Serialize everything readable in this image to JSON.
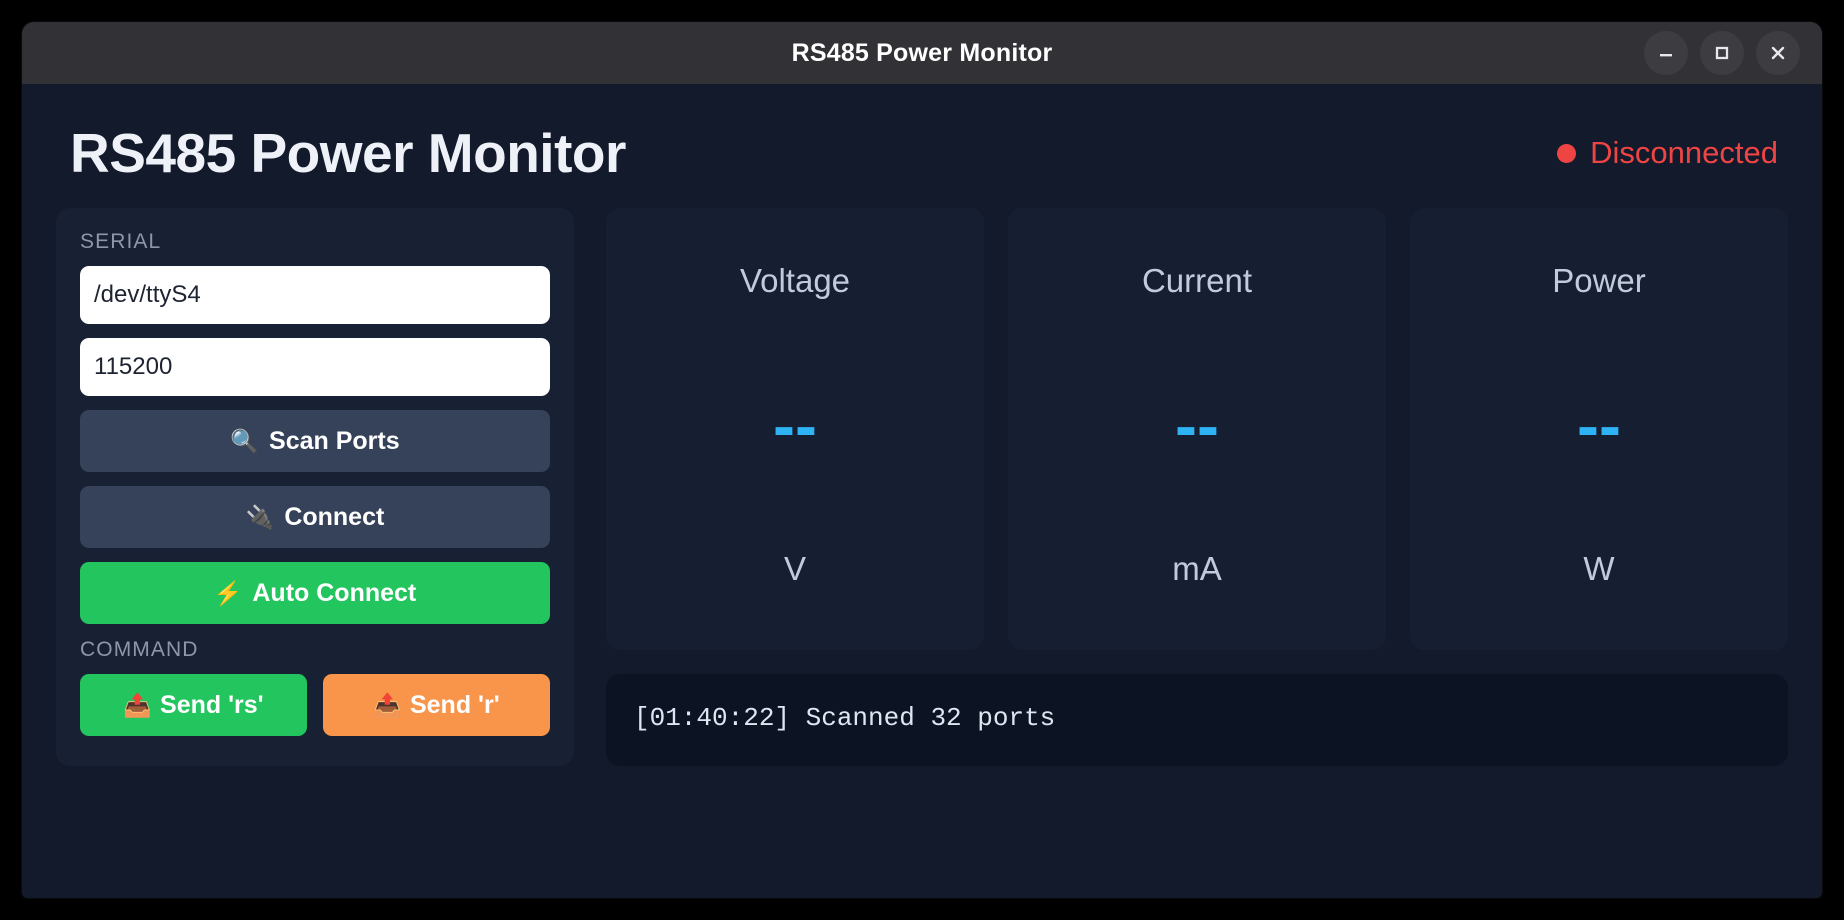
{
  "titlebar": {
    "title": "RS485 Power Monitor",
    "controls": [
      {
        "name": "minimize",
        "icon": "minimize-icon"
      },
      {
        "name": "maximize",
        "icon": "maximize-icon"
      },
      {
        "name": "close",
        "icon": "close-icon"
      }
    ]
  },
  "header": {
    "app_title": "RS485 Power Monitor",
    "status_text": "Disconnected",
    "status_color": "#ef4444",
    "status_dot": "status-dot-icon"
  },
  "sidebar": {
    "serial_label": "SERIAL",
    "port_value": "/dev/ttyS4",
    "port_placeholder": "/dev/ttyS0",
    "baud_value": "115200",
    "baud_placeholder": "115200",
    "scan_icon": "magnifier-icon",
    "scan_label": "Scan Ports",
    "connect_icon": "plug-icon",
    "connect_label": "Connect",
    "auto_icon": "lightning-icon",
    "auto_label": "Auto Connect",
    "auto_color": "#22c55e",
    "command_label": "COMMAND",
    "send_rs_icon": "outbox-tray-icon",
    "send_rs_label": "Send 'rs'",
    "send_rs_color": "#22c55e",
    "send_r_icon": "outbox-tray-icon",
    "send_r_label": "Send 'r'",
    "send_r_color": "#f9954a"
  },
  "metrics": {
    "accent_color": "#2eb4f5",
    "cards": [
      {
        "name": "Voltage",
        "value": "--",
        "unit": "V"
      },
      {
        "name": "Current",
        "value": "--",
        "unit": "mA"
      },
      {
        "name": "Power",
        "value": "--",
        "unit": "W"
      }
    ]
  },
  "log": {
    "lines": [
      "[01:40:22] Scanned 32 ports"
    ]
  }
}
